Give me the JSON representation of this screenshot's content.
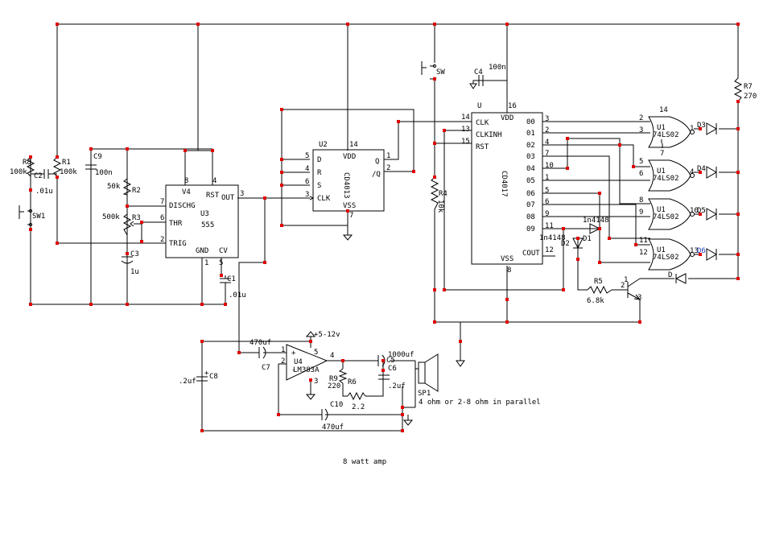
{
  "colors": {
    "wire": "#000000",
    "junction": "#e00000",
    "accent_label": "#2040c0"
  },
  "chips": {
    "u3": {
      "ref": "U3",
      "part": "555",
      "pins": {
        "v4": "V4",
        "rst": "RST",
        "dischg": "DISCHG",
        "thr": "THR",
        "trig": "TRIG",
        "gnd": "GND",
        "cv": "CV",
        "out": "OUT"
      },
      "nums": {
        "p8": "8",
        "p4": "4",
        "p7": "7",
        "p6": "6",
        "p2": "2",
        "p1": "1",
        "p5": "5",
        "p3": "3"
      }
    },
    "u2": {
      "ref": "U2",
      "part": "CD4013",
      "pins": {
        "vdd": "VDD",
        "vss": "VSS",
        "d": "D",
        "r": "R",
        "s": "S",
        "clk": "CLK",
        "q": "Q",
        "qn": "/Q"
      },
      "nums": {
        "p14": "14",
        "p5": "5",
        "p4": "4",
        "p6": "6",
        "p3": "3",
        "p1": "1",
        "p2": "2",
        "p7": "7"
      }
    },
    "u": {
      "ref": "U",
      "part": "CD4017",
      "pins": {
        "clk": "CLK",
        "clkinh": "CLKINH",
        "rst": "RST",
        "vdd": "VDD",
        "vss": "VSS",
        "cout": "COUT"
      },
      "outs": [
        "00",
        "01",
        "02",
        "03",
        "04",
        "05",
        "06",
        "07",
        "08",
        "09"
      ],
      "out_pins": [
        "3",
        "2",
        "4",
        "7",
        "10",
        "1",
        "5",
        "6",
        "9",
        "11"
      ],
      "nums": {
        "p14": "14",
        "p13": "13",
        "p15": "15",
        "p16": "16",
        "p8": "8",
        "p12": "12"
      }
    },
    "u4": {
      "ref": "U4",
      "part": "LM383A",
      "nums": {
        "p1": "1",
        "p2": "2",
        "p3": "3",
        "p4": "4",
        "p5": "5"
      }
    }
  },
  "gates": [
    {
      "ref": "U1",
      "part": "74LS02",
      "in_a": "2",
      "in_b": "3",
      "out": "1",
      "extra": "14",
      "extra2": "7"
    },
    {
      "ref": "U1",
      "part": "74LS02",
      "in_a": "5",
      "in_b": "6",
      "out": "4"
    },
    {
      "ref": "U1",
      "part": "74LS02",
      "in_a": "8",
      "in_b": "9",
      "out": "10"
    },
    {
      "ref": "U1",
      "part": "74LS02",
      "in_a": "11",
      "in_b": "12",
      "out": "13"
    }
  ],
  "leds": {
    "d3": "D3",
    "d4": "D4",
    "d5": "D5",
    "d6": "D6",
    "d": "D"
  },
  "parts": {
    "r8": "R8",
    "r8v": "100k",
    "r1": "R1",
    "r1v": "100k",
    "c2": "C2",
    "c2v": ".01u",
    "sw1": "SW1",
    "c9": "C9",
    "c9v": "100n",
    "r2": "R2",
    "r2v": "50k",
    "r3": "R3",
    "r3v": "500k",
    "c3": "C3",
    "c3v": "1u",
    "c1": "C1",
    "c1v": ".01u",
    "sw": "SW",
    "c4": "C4",
    "c4v": "100n",
    "r4": "R4",
    "r4v": "10k",
    "r7": "R7",
    "r7v": "270",
    "r5": "R5",
    "r5v": "6.8k",
    "d1": "D1",
    "d1v": "1n4148",
    "d2": "D2",
    "d2v": "1n4148",
    "q_b": "2",
    "q_c": "1",
    "q_e": "3",
    "c7": "C7",
    "c7v": "470uf",
    "c8": "C8",
    "c8v": ".2uf",
    "c8p": "+",
    "r9": "R9",
    "r9v": "220",
    "r6": "R6",
    "r6v": "2.2",
    "c10": "C10",
    "c10v": "470uf",
    "c5": "C5",
    "c5v": "1000uf",
    "c6": "C6",
    "c6v": ".2uf",
    "sp1": "SP1",
    "vsupply": "+5-12v",
    "plus": "+",
    "minus": "-"
  },
  "notes": {
    "speaker": "4 ohm or 2-8 ohm in parallel",
    "amp": "8 watt amp"
  }
}
